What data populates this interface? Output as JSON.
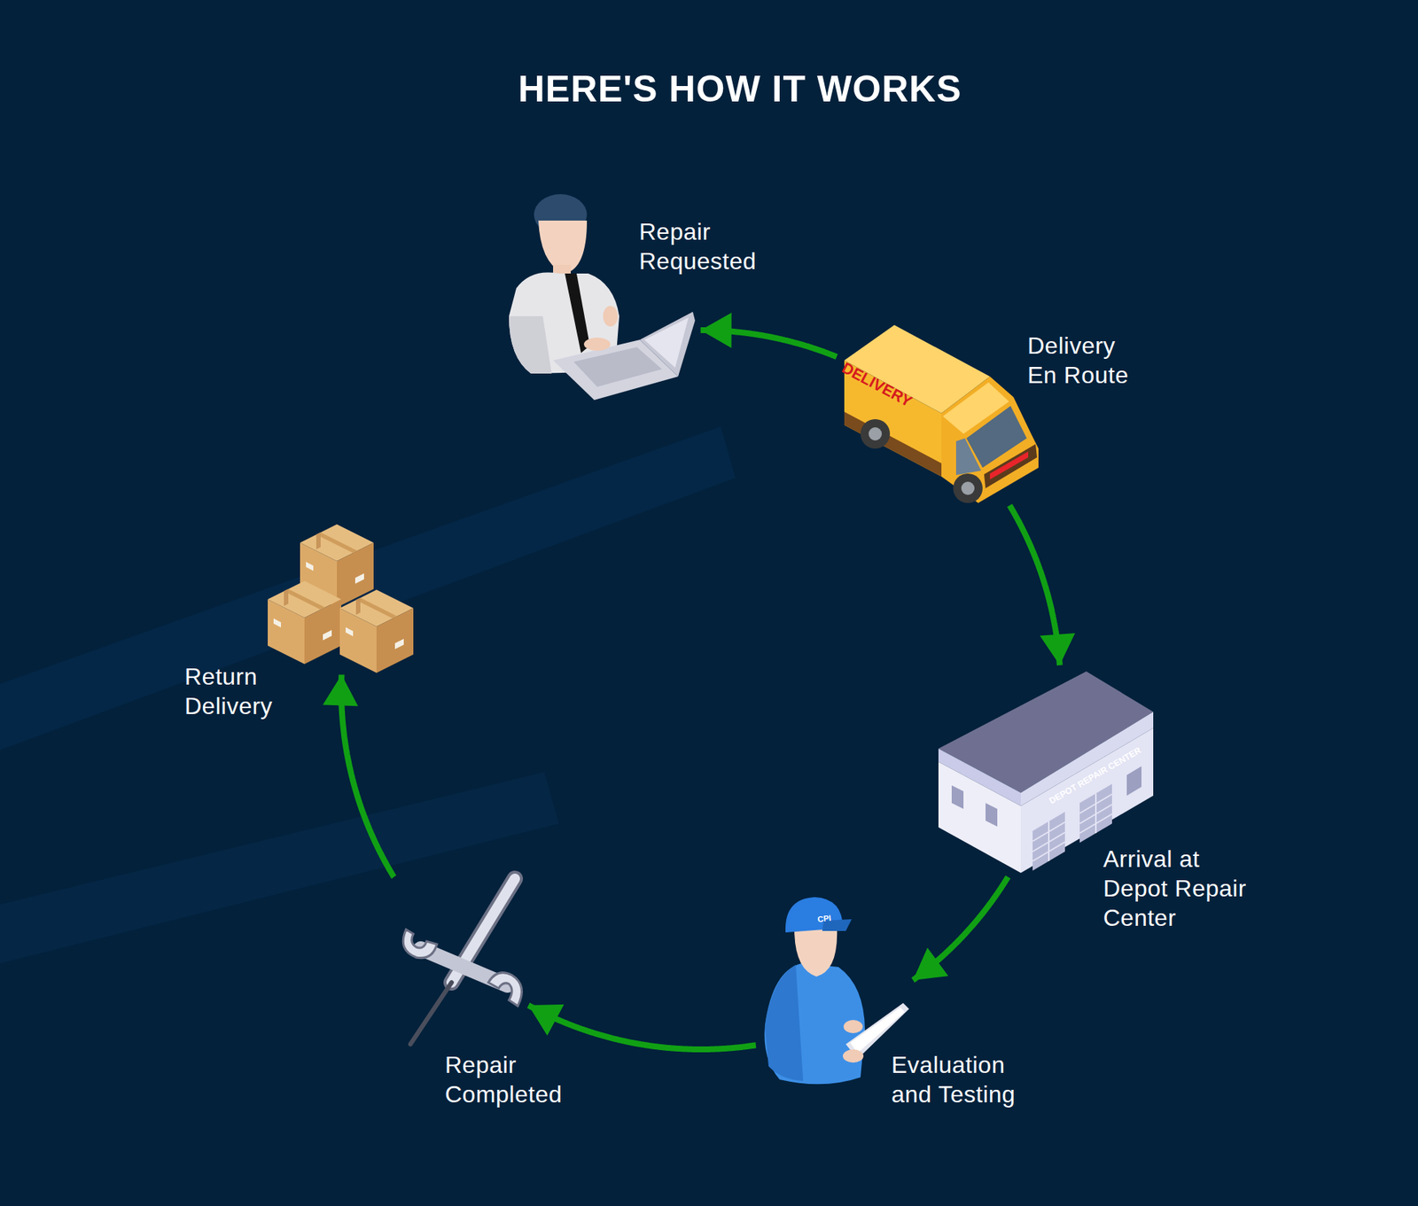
{
  "diagram": {
    "title": "HERE'S HOW IT WORKS",
    "nodes": [
      {
        "text": [
          "Repair Requested"
        ]
      },
      {
        "text": [
          "Delivery En Route"
        ]
      },
      {
        "text": [
          "Arrival at Depot Repair Center"
        ]
      },
      {
        "text": [
          "Evaluation and Testing"
        ]
      },
      {
        "text": [
          "Repair Completed"
        ]
      },
      {
        "text": [
          "Return Delivery"
        ]
      }
    ],
    "edges": [
      {
        "from": 1,
        "to": 0,
        "arrow": "to"
      },
      {
        "from": 1,
        "to": 2,
        "arrow": "to"
      },
      {
        "from": 2,
        "to": 3,
        "arrow": "to"
      },
      {
        "from": 3,
        "to": 4,
        "arrow": "to"
      },
      {
        "from": 4,
        "to": 5,
        "arrow": "to"
      }
    ],
    "labels": [
      "DELIVERY",
      "DEPOT REPAIR CENTER",
      "CPI"
    ]
  }
}
